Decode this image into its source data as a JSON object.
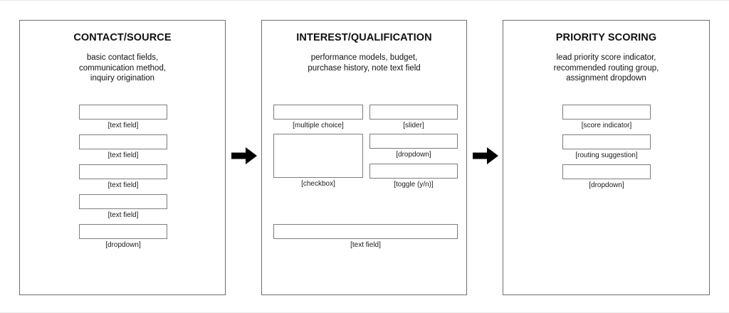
{
  "diagram": {
    "type": "three-stage-wireframe-flow",
    "background_color": "#ffffff",
    "panel_border_color": "#6f6f6f",
    "field_border_color": "#7d7d7d"
  },
  "panels": [
    {
      "id": "contact-source",
      "title": "CONTACT/SOURCE",
      "subtitle": "basic contact fields,\ncommunication method,\ninquiry origination",
      "fields": [
        {
          "label": "[text field]",
          "kind": "text-field"
        },
        {
          "label": "[text field]",
          "kind": "text-field"
        },
        {
          "label": "[text field]",
          "kind": "text-field"
        },
        {
          "label": "[text field]",
          "kind": "text-field"
        },
        {
          "label": "[dropdown]",
          "kind": "dropdown"
        }
      ]
    },
    {
      "id": "interest-qualification",
      "title": "INTEREST/QUALIFICATION",
      "subtitle": "performance models, budget,\npurchase history, note text field",
      "fields": [
        {
          "label": "[multiple choice]",
          "kind": "multiple-choice"
        },
        {
          "label": "[slider]",
          "kind": "slider"
        },
        {
          "label": "[checkbox]",
          "kind": "checkbox"
        },
        {
          "label": "[dropdown]",
          "kind": "dropdown"
        },
        {
          "label": "[toggle (y/n)]",
          "kind": "toggle"
        },
        {
          "label": "[text field]",
          "kind": "text-field"
        }
      ]
    },
    {
      "id": "priority-scoring",
      "title": "PRIORITY SCORING",
      "subtitle": "lead priority score indicator,\nrecommended routing group,\nassignment dropdown",
      "fields": [
        {
          "label": "[score indicator]",
          "kind": "score-indicator"
        },
        {
          "label": "[routing suggestion]",
          "kind": "routing-suggestion"
        },
        {
          "label": "[dropdown]",
          "kind": "dropdown"
        }
      ]
    }
  ],
  "arrows": [
    {
      "id": "arrow-contact-to-interest",
      "direction": "right"
    },
    {
      "id": "arrow-interest-to-priority",
      "direction": "right"
    }
  ]
}
